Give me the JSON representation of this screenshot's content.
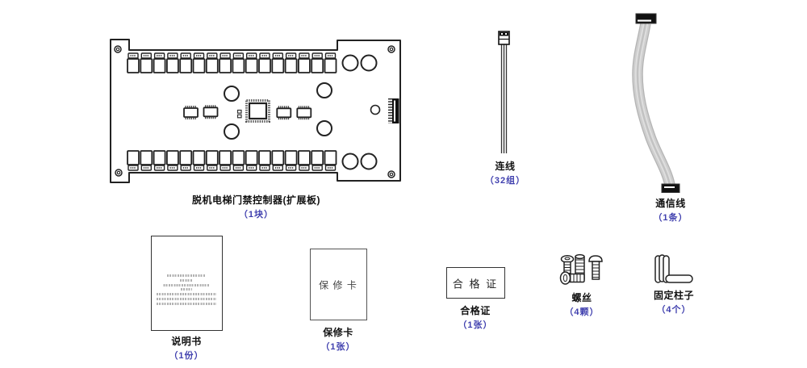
{
  "colors": {
    "accent": "#3f3fae",
    "line": "#222222",
    "ribbon": "#c8c8c8"
  },
  "items": {
    "board": {
      "label": "脱机电梯门禁控制器(扩展板)",
      "qty": "（1块）"
    },
    "wire": {
      "label": "连线",
      "qty": "（32组）"
    },
    "comm_cable": {
      "label": "通信线",
      "qty": "（1条）"
    },
    "manual": {
      "label": "说明书",
      "qty": "（1份）"
    },
    "warranty": {
      "label": "保修卡",
      "qty": "（1张）",
      "card_text": "保 修 卡"
    },
    "certificate": {
      "label": "合格证",
      "qty": "（1张）",
      "card_text": "合 格 证"
    },
    "screws": {
      "label": "螺丝",
      "qty": "（4颗）"
    },
    "pillars": {
      "label": "固定柱子",
      "qty": "（4个）"
    }
  }
}
